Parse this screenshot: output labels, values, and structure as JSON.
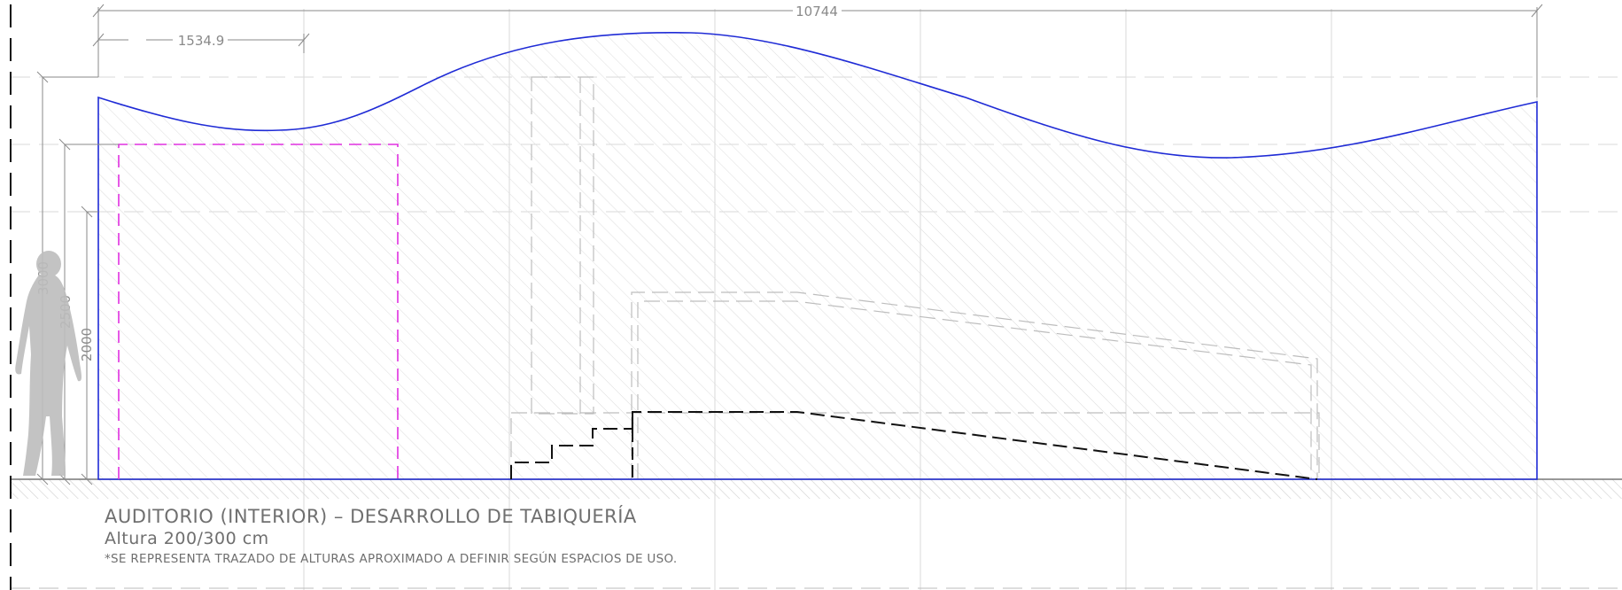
{
  "dimensions": {
    "total_width": "10744",
    "partial_width": "1534.9",
    "heights": [
      "3000",
      "2500",
      "2000"
    ]
  },
  "title_block": {
    "title": "AUDITORIO (INTERIOR) – DESARROLLO DE TABIQUERÍA",
    "subtitle": "Altura 200/300 cm",
    "note": "*SE REPRESENTA TRAZADO DE ALTURAS APROXIMADO A DEFINIR SEGÚN ESPACIOS DE USO."
  },
  "colors": {
    "wall_outline": "#1f2bd6",
    "door_outline": "#e030e0",
    "stair_outline": "#111111",
    "grid": "#d9d9d9",
    "hatch": "#dcdcdc",
    "dimension": "#8a8a8a"
  },
  "icons": [
    "human-figure-scale-icon"
  ]
}
